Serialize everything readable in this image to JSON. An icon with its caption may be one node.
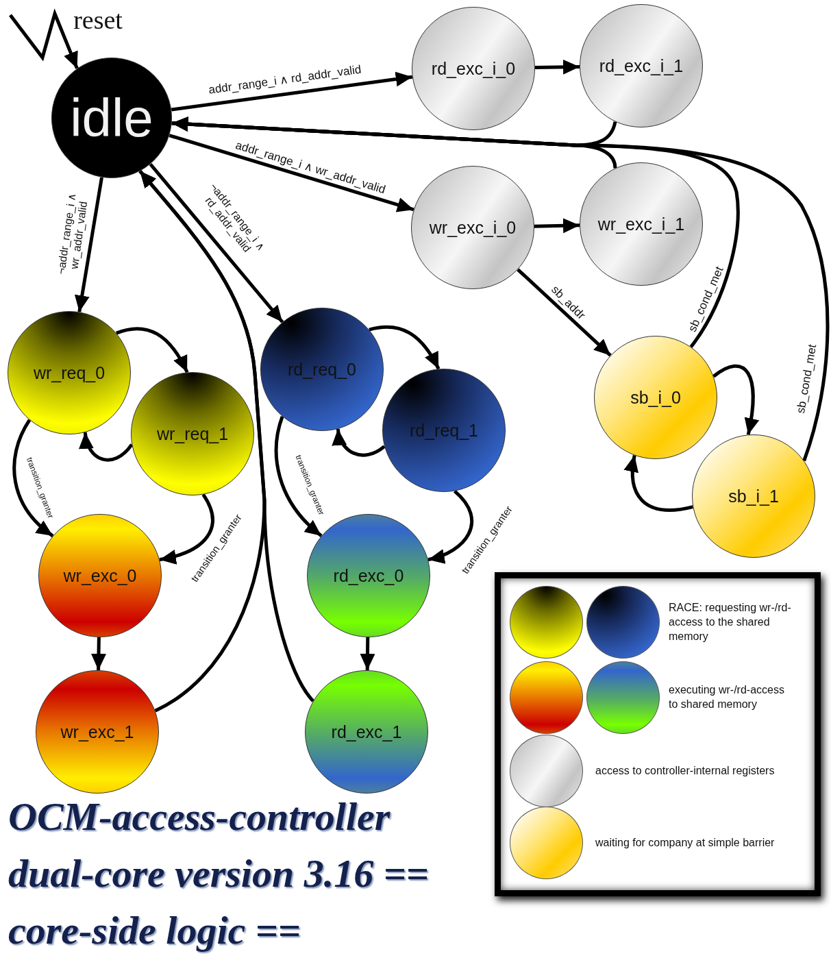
{
  "diagram": {
    "title": "OCM-access-controller dual-core version 3.16 == core-side logic ==",
    "nodes": [
      {
        "text": [
          "idle"
        ]
      },
      {
        "text": [
          "rd_exc_i_0"
        ]
      },
      {
        "text": [
          "rd_exc_i_1"
        ]
      },
      {
        "text": [
          "wr_exc_i_0"
        ]
      },
      {
        "text": [
          "wr_exc_i_1"
        ]
      },
      {
        "text": [
          "wr_req_0"
        ]
      },
      {
        "text": [
          "wr_req_1"
        ]
      },
      {
        "text": [
          "wr_exc_0"
        ]
      },
      {
        "text": [
          "wr_exc_1"
        ]
      },
      {
        "text": [
          "rd_req_0"
        ]
      },
      {
        "text": [
          "rd_req_1"
        ]
      },
      {
        "text": [
          "rd_exc_0"
        ]
      },
      {
        "text": [
          "rd_exc_1"
        ]
      },
      {
        "text": [
          "sb_i_0"
        ]
      },
      {
        "text": [
          "sb_i_1"
        ]
      }
    ],
    "edges": [
      {
        "from": null,
        "to": 0,
        "arrow": "to",
        "label": "reset"
      },
      {
        "from": 0,
        "to": 1,
        "arrow": "to",
        "label": "addr_range_i ∧ rd_addr_valid"
      },
      {
        "from": 1,
        "to": 2,
        "arrow": "to"
      },
      {
        "from": 2,
        "to": 0,
        "arrow": "to"
      },
      {
        "from": 0,
        "to": 3,
        "arrow": "to",
        "label": "addr_range_i ∧ wr_addr_valid"
      },
      {
        "from": 3,
        "to": 4,
        "arrow": "to"
      },
      {
        "from": 4,
        "to": 0,
        "arrow": "to"
      },
      {
        "from": 3,
        "to": 13,
        "arrow": "to",
        "label": "sb_addr"
      },
      {
        "from": 13,
        "to": 0,
        "arrow": "to",
        "label": "sb_cond_met"
      },
      {
        "from": 14,
        "to": 0,
        "arrow": "to",
        "label": "sb_cond_met"
      },
      {
        "from": 13,
        "to": 14,
        "arrow": "to"
      },
      {
        "from": 14,
        "to": 13,
        "arrow": "to"
      },
      {
        "from": 0,
        "to": 5,
        "arrow": "to",
        "label": "¬addr_range_i ∧ wr_addr_valid"
      },
      {
        "from": 0,
        "to": 9,
        "arrow": "to",
        "label": "¬addr_range_i ∧ rd_addr_valid"
      },
      {
        "from": 5,
        "to": 6,
        "arrow": "to"
      },
      {
        "from": 6,
        "to": 5,
        "arrow": "to"
      },
      {
        "from": 5,
        "to": 7,
        "arrow": "to",
        "label": "transition_granter"
      },
      {
        "from": 6,
        "to": 7,
        "arrow": "to",
        "label": "transition_granter"
      },
      {
        "from": 7,
        "to": 8,
        "arrow": "to"
      },
      {
        "from": 8,
        "to": 0,
        "arrow": "to"
      },
      {
        "from": 9,
        "to": 10,
        "arrow": "to"
      },
      {
        "from": 10,
        "to": 9,
        "arrow": "to"
      },
      {
        "from": 9,
        "to": 11,
        "arrow": "to",
        "label": "transition_granter"
      },
      {
        "from": 10,
        "to": 11,
        "arrow": "to",
        "label": "transition_granter"
      },
      {
        "from": 11,
        "to": 12,
        "arrow": "to"
      },
      {
        "from": 12,
        "to": 0,
        "arrow": "to"
      }
    ],
    "legend": [
      {
        "text": "RACE: requesting wr-/rd-access to the shared memory"
      },
      {
        "text": "executing wr-/rd-access to shared memory"
      },
      {
        "text": "access to controller-internal registers"
      },
      {
        "text": "waiting for company at simple barrier"
      }
    ]
  }
}
